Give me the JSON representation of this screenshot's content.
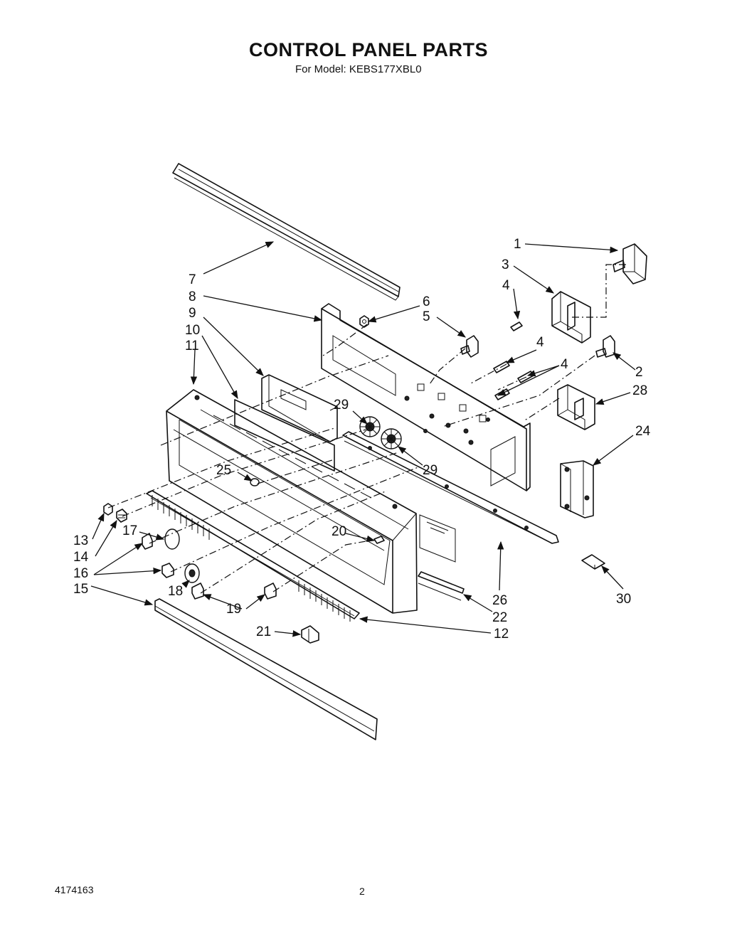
{
  "header": {
    "title": "CONTROL PANEL PARTS",
    "subtitle": "For Model: KEBS177XBL0"
  },
  "footer": {
    "doc_number": "4174163",
    "page_number": "2"
  },
  "callouts": {
    "c1": "1",
    "c2": "2",
    "c3": "3",
    "c4a": "4",
    "c4b": "4",
    "c4c": "4",
    "c5": "5",
    "c6": "6",
    "c7": "7",
    "c8": "8",
    "c9": "9",
    "c10": "10",
    "c11": "11",
    "c12": "12",
    "c13": "13",
    "c14": "14",
    "c15": "15",
    "c16": "16",
    "c17": "17",
    "c18": "18",
    "c19": "19",
    "c20": "20",
    "c21": "21",
    "c22": "22",
    "c24": "24",
    "c25": "25",
    "c26": "26",
    "c28": "28",
    "c29a": "29",
    "c29b": "29",
    "c30": "30"
  }
}
